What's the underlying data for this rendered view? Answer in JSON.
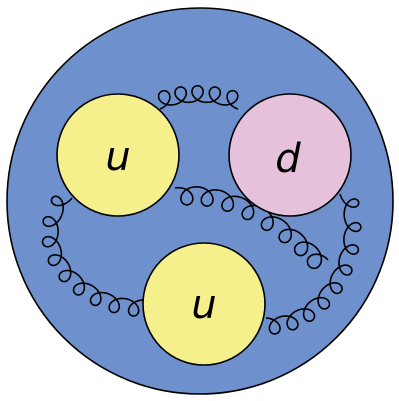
{
  "colors": {
    "proton_fill": "#6e91cd",
    "up_quark_fill": "#f5f08c",
    "down_quark_fill": "#e6c1dc",
    "stroke": "#000000"
  },
  "quarks": [
    {
      "id": "up-top-left",
      "label": "u"
    },
    {
      "id": "down-top-right",
      "label": "d"
    },
    {
      "id": "up-bottom",
      "label": "u"
    }
  ]
}
